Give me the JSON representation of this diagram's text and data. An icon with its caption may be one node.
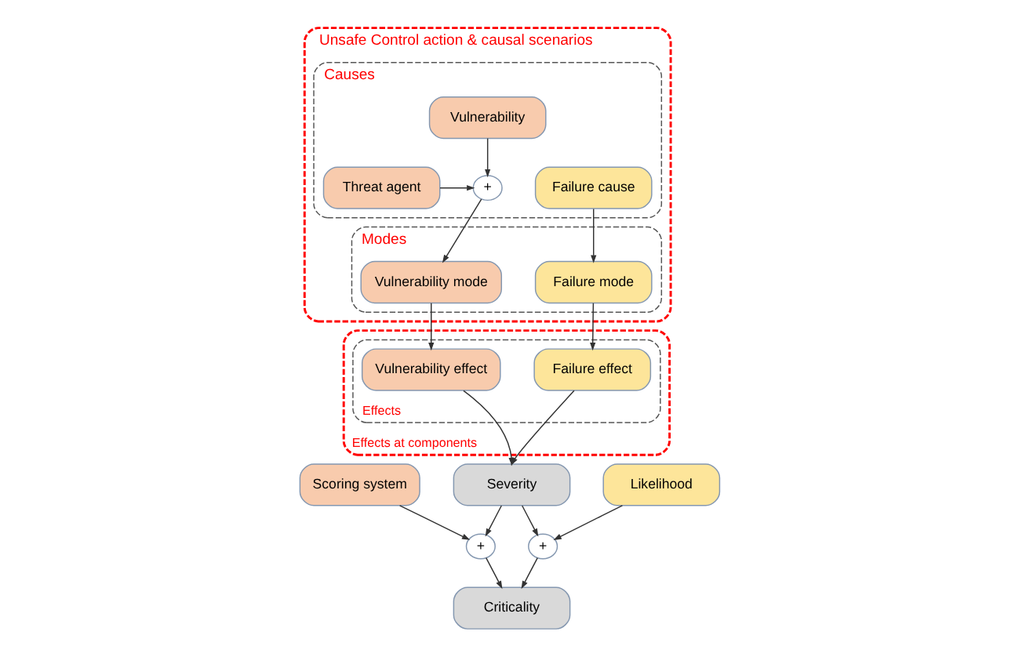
{
  "diagram": {
    "nodes": [
      {
        "text": [
          "Unsafe Control action & causal scenarios"
        ]
      },
      {
        "text": [
          "Causes"
        ],
        "in": 0
      },
      {
        "text": [
          "Failure cause"
        ],
        "in": 1
      },
      {
        "text": [
          "Vulnerability"
        ],
        "in": 1
      },
      {
        "text": [
          "+"
        ],
        "in": 1
      },
      {
        "text": [
          "Threat agent"
        ],
        "in": 1
      },
      {
        "text": [
          "Modes"
        ],
        "in": 0
      },
      {
        "text": [
          "Failure mode"
        ],
        "in": 6
      },
      {
        "text": [
          "Vulnerability mode"
        ],
        "in": 6
      },
      {
        "text": [
          "Effects at components"
        ]
      },
      {
        "text": [
          "Effects"
        ],
        "in": 9
      },
      {
        "text": [
          "Failure effect"
        ],
        "in": 10
      },
      {
        "text": [
          "Vulnerability effect"
        ],
        "in": 10
      },
      {
        "text": [
          "Likelihood"
        ]
      },
      {
        "text": [
          "Severity"
        ]
      },
      {
        "text": [
          "Scoring system"
        ]
      },
      {
        "text": [
          "+"
        ]
      },
      {
        "text": [
          "+"
        ]
      },
      {
        "text": [
          "Criticality"
        ]
      }
    ],
    "edges": [
      {
        "from": 2,
        "to": 7,
        "arrow": "to"
      },
      {
        "from": 3,
        "to": 4,
        "arrow": "to"
      },
      {
        "from": 5,
        "to": 4,
        "arrow": "to"
      },
      {
        "from": 4,
        "to": 8,
        "arrow": "to"
      },
      {
        "from": 7,
        "to": 11,
        "arrow": "to"
      },
      {
        "from": 8,
        "to": 12,
        "arrow": "to"
      },
      {
        "from": 11,
        "to": 14,
        "arrow": "to"
      },
      {
        "from": 12,
        "to": 14,
        "arrow": "to"
      },
      {
        "from": 13,
        "to": 16,
        "arrow": "to"
      },
      {
        "from": 14,
        "to": 16,
        "arrow": "to"
      },
      {
        "from": 14,
        "to": 17,
        "arrow": "to"
      },
      {
        "from": 15,
        "to": 17,
        "arrow": "to"
      },
      {
        "from": 16,
        "to": 18,
        "arrow": "to"
      },
      {
        "from": 17,
        "to": 18,
        "arrow": "to"
      }
    ]
  }
}
